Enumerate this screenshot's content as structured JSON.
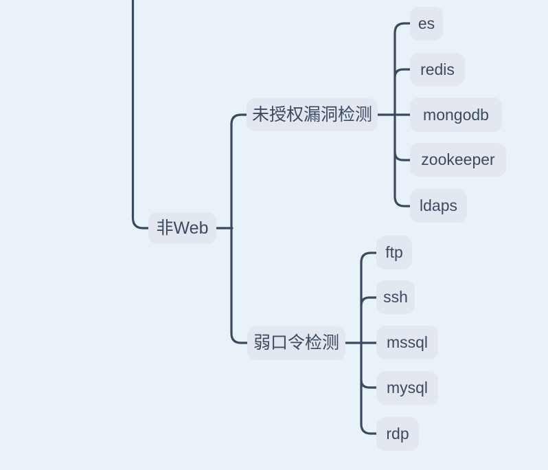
{
  "colors": {
    "background": "#e9f1f9",
    "node_fill": "#e3e8f0",
    "line": "#3b4a61",
    "text": "#3b4a61"
  },
  "mindmap": {
    "root": {
      "label": "非Web"
    },
    "branches": [
      {
        "label": "未授权漏洞检测",
        "children": [
          {
            "label": "es"
          },
          {
            "label": "redis"
          },
          {
            "label": "mongodb"
          },
          {
            "label": "zookeeper"
          },
          {
            "label": "ldaps"
          }
        ]
      },
      {
        "label": "弱口令检测",
        "children": [
          {
            "label": "ftp"
          },
          {
            "label": "ssh"
          },
          {
            "label": "mssql"
          },
          {
            "label": "mysql"
          },
          {
            "label": "rdp"
          }
        ]
      }
    ]
  }
}
